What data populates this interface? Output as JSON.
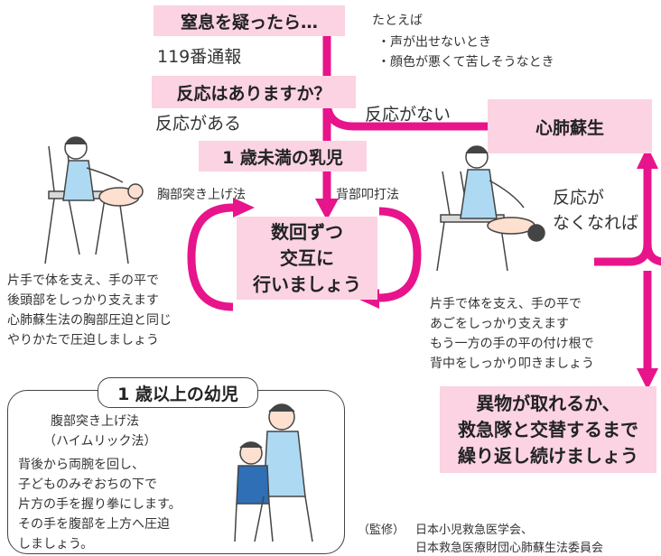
{
  "colors": {
    "accent": "#e8148b",
    "box_fill": "#fbd3e3",
    "text": "#333333"
  },
  "flow": {
    "start": "窒息を疑ったら…",
    "call": "119番通報",
    "examples_title": "たとえば",
    "examples": [
      "・声が出せないとき",
      "・顔色が悪くて苦しそうなとき"
    ],
    "q_response": "反応はありますか？",
    "has_response": "反応がある",
    "no_response": "反応がない",
    "cpr": "心肺蘇生",
    "infant": "1 歳未満の乳児",
    "chest_thrust": "胸部突き上げ法",
    "back_blow": "背部叩打法",
    "alternate": [
      "数回ずつ",
      "交互に",
      "行いましょう"
    ],
    "if_unresponsive": [
      "反応が",
      "なくなれば"
    ],
    "left_instructions": [
      "片手で体を支え、手の平で",
      "後頭部をしっかり支えます",
      "心肺蘇生法の胸部圧迫と同じ",
      "やりかたで圧迫しましょう"
    ],
    "right_instructions": [
      "片手で体を支え、手の平で",
      "あごをしっかり支えます",
      "もう一方の手の平の付け根で",
      "背中をしっかり叩きましょう"
    ],
    "repeat": [
      "異物が取れるか、",
      "救急隊と交替するまで",
      "繰り返し続けましょう"
    ]
  },
  "child_box": {
    "title": "1 歳以上の幼児",
    "method": [
      "腹部突き上げ法",
      "（ハイムリック法）"
    ],
    "steps": [
      "背後から両腕を回し、",
      "子どものみぞおちの下で",
      "片方の手を握り拳にします。",
      "その手を腹部を上方へ圧迫",
      "しましょう。"
    ]
  },
  "credit": {
    "label": "（監修）",
    "lines": [
      "日本小児救急医学会、",
      "日本救急医療財団心肺蘇生法委員会"
    ]
  }
}
